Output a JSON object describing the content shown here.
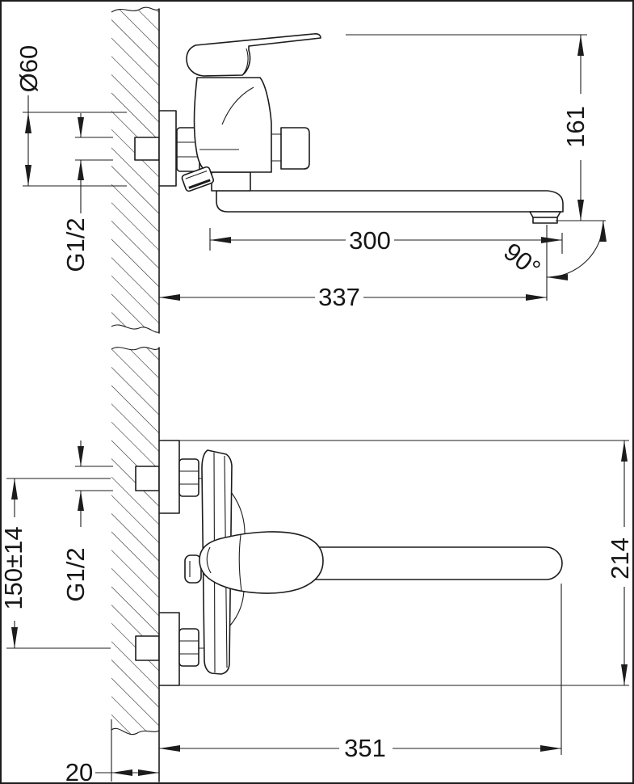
{
  "colors": {
    "background": "#ffffff",
    "line": "#1c1c1c"
  },
  "labels": {
    "diameter": "Ø60",
    "thread_side": "G1/2",
    "height": "161",
    "spout_reach": "300",
    "swivel_angle": "90°",
    "overall_reach": "337",
    "pipe_spacing": "150±14",
    "thread_plan": "G1/2",
    "overall_height": "214",
    "overall_length": "351",
    "wall_thickness": "20"
  }
}
